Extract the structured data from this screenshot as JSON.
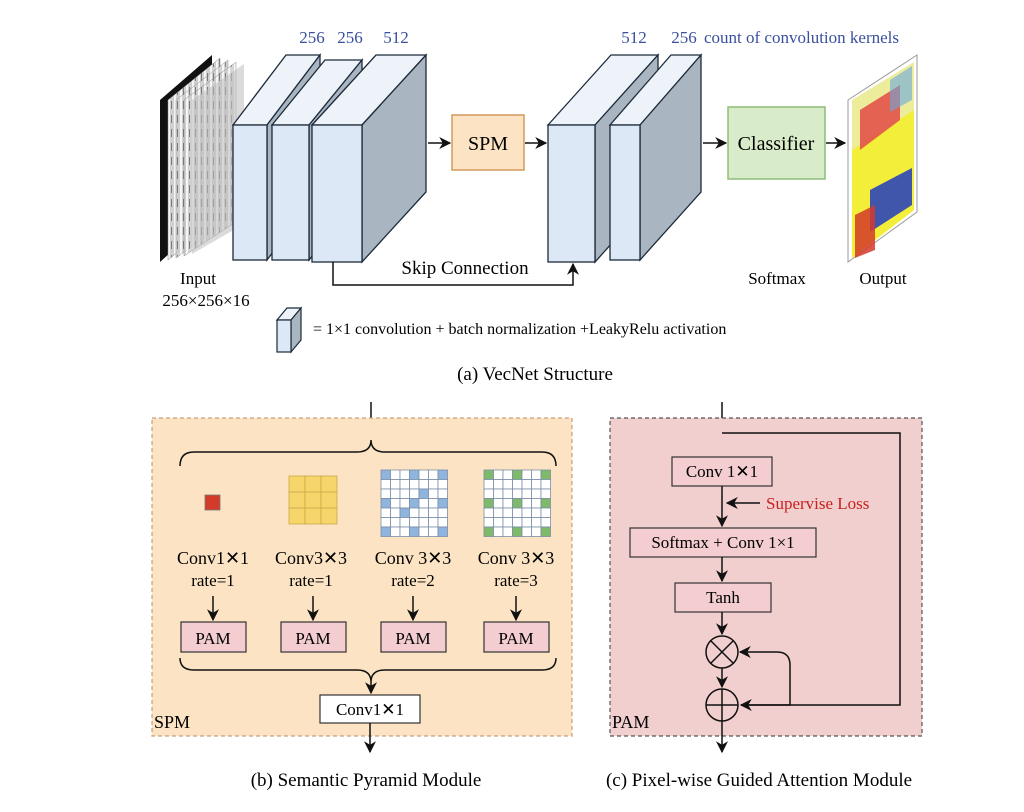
{
  "structure": {
    "kernel_counts": [
      "256",
      "256",
      "512"
    ],
    "decoder_counts": [
      "512",
      "256"
    ],
    "count_caption": "count of convolution kernels",
    "input_label": "Input",
    "input_size": "256×256×16",
    "spm_box": "SPM",
    "skip_label": "Skip Connection",
    "classifier_box": "Classifier",
    "softmax_label": "Softmax",
    "output_label": "Output",
    "legend_text": "= 1×1 convolution + batch normalization +LeakyRelu activation",
    "caption": "(a) VecNet Structure"
  },
  "spm": {
    "branches": [
      {
        "name": "Conv1✕1",
        "rate": "rate=1",
        "pam": "PAM"
      },
      {
        "name": "Conv3✕3",
        "rate": "rate=1",
        "pam": "PAM"
      },
      {
        "name": "Conv 3✕3",
        "rate": "rate=2",
        "pam": "PAM"
      },
      {
        "name": "Conv 3✕3",
        "rate": "rate=3",
        "pam": "PAM"
      }
    ],
    "merge_box": "Conv1✕1",
    "panel_label": "SPM",
    "caption": "(b) Semantic Pyramid Module"
  },
  "pam": {
    "conv_box": "Conv 1✕1",
    "supervise_label": "Supervise Loss",
    "softmax_box": "Softmax + Conv 1×1",
    "tanh_box": "Tanh",
    "panel_label": "PAM",
    "caption": "(c) Pixel-wise Guided Attention Module"
  },
  "colors": {
    "block_front": "#dce8f5",
    "block_side": "#a9b5c1",
    "spm_fill": "#fbe3c3",
    "spm_box": "#f3d3a6",
    "classifier_fill": "#d8ecc9",
    "pam_panel": "#f1cfcf",
    "pam_box": "#f3cdcf",
    "red_text": "#c8211e",
    "blue_text": "#3a4f9e"
  }
}
